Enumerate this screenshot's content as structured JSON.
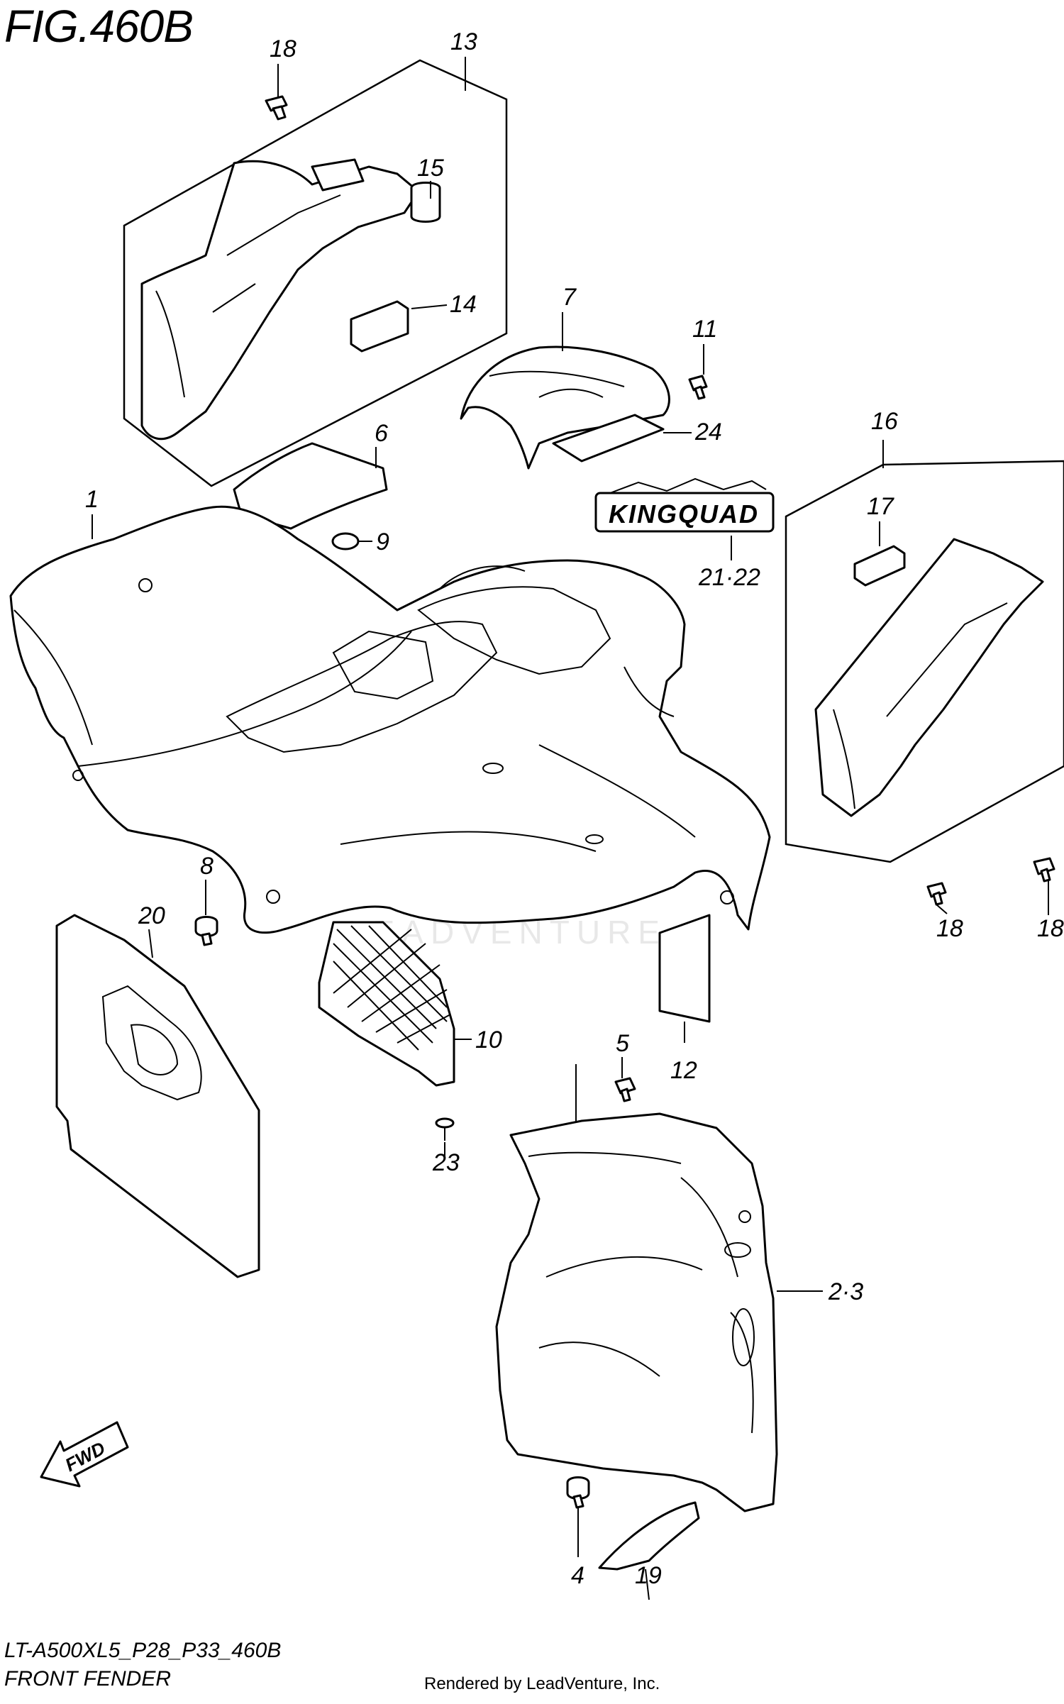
{
  "figure": {
    "title": "FIG.460B",
    "model_code": "LT-A500XL5_P28_P33_460B",
    "name": "FRONT FENDER"
  },
  "footer": "Rendered by LeadVenture, Inc.",
  "watermark": "LEADVENTURE",
  "decal_text": "KINGQUAD",
  "direction_arrow": "FWD",
  "callouts": {
    "c1": "1",
    "c2_3": "2·3",
    "c4": "4",
    "c5": "5",
    "c6": "6",
    "c7": "7",
    "c8": "8",
    "c9": "9",
    "c10": "10",
    "c11": "11",
    "c12": "12",
    "c13": "13",
    "c14": "14",
    "c15": "15",
    "c16": "16",
    "c17": "17",
    "c18a": "18",
    "c18b": "18",
    "c18c": "18",
    "c19": "19",
    "c20": "20",
    "c21_22": "21·22",
    "c23": "23",
    "c24": "24"
  }
}
